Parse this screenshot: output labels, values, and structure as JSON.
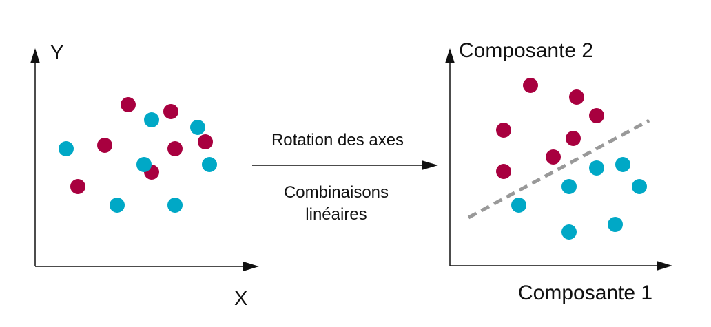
{
  "colors": {
    "class_a": "#a8003f",
    "class_b": "#00a8c6",
    "separator": "#999999",
    "axis": "#111111"
  },
  "left_plot": {
    "x_label": "X",
    "y_label": "Y",
    "class_a_points": [
      [
        186,
        152
      ],
      [
        248,
        162
      ],
      [
        152,
        211
      ],
      [
        254,
        216
      ],
      [
        298,
        206
      ],
      [
        220,
        250
      ],
      [
        113,
        271
      ]
    ],
    "class_b_points": [
      [
        220,
        174
      ],
      [
        287,
        185
      ],
      [
        96,
        216
      ],
      [
        209,
        239
      ],
      [
        304,
        239
      ],
      [
        170,
        298
      ],
      [
        254,
        298
      ]
    ]
  },
  "middle": {
    "top_label": "Rotation des axes",
    "bottom_label_line1": "Combinaisons",
    "bottom_label_line2": "linéaires"
  },
  "right_plot": {
    "x_label": "Composante 1",
    "y_label": "Composante 2",
    "class_a_points": [
      [
        770,
        124
      ],
      [
        837,
        141
      ],
      [
        866,
        168
      ],
      [
        731,
        189
      ],
      [
        832,
        201
      ],
      [
        803,
        228
      ],
      [
        731,
        249
      ]
    ],
    "class_b_points": [
      [
        866,
        244
      ],
      [
        904,
        239
      ],
      [
        928,
        271
      ],
      [
        826,
        271
      ],
      [
        753,
        298
      ],
      [
        893,
        326
      ],
      [
        826,
        337
      ]
    ]
  }
}
